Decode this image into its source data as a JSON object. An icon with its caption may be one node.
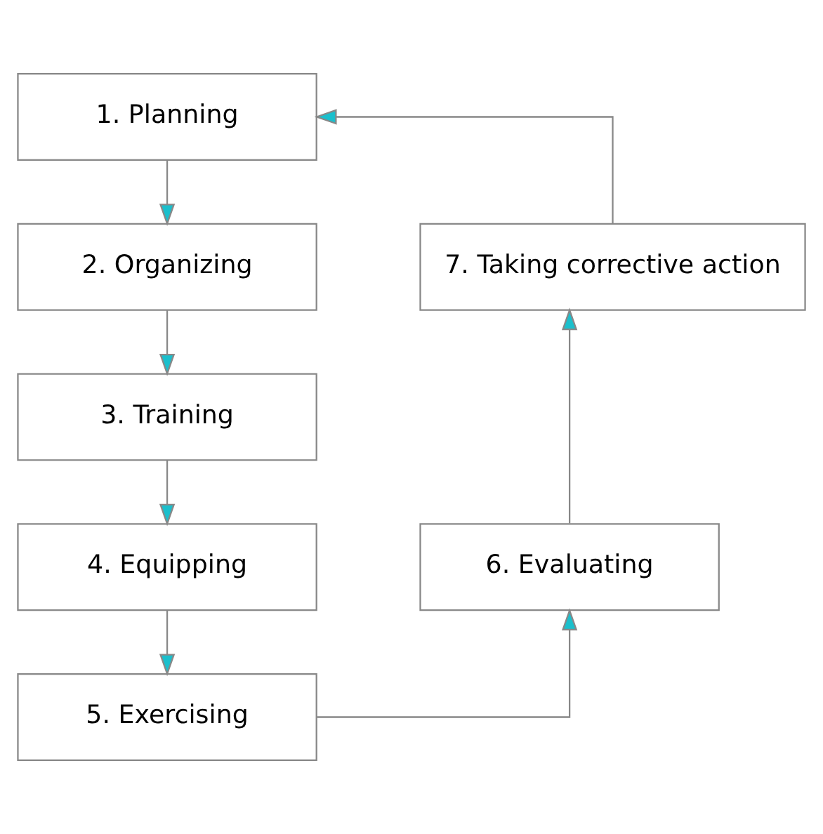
{
  "diagram": {
    "nodes": [
      {
        "text": [
          "1. Planning"
        ]
      },
      {
        "text": [
          "2. Organizing"
        ]
      },
      {
        "text": [
          "3. Training"
        ]
      },
      {
        "text": [
          "4. Equipping"
        ]
      },
      {
        "text": [
          "5. Exercising"
        ]
      },
      {
        "text": [
          "6. Evaluating"
        ]
      },
      {
        "text": [
          "7. Taking corrective action"
        ]
      }
    ],
    "edges": [
      {
        "from": 0,
        "to": 1,
        "arrow": "to"
      },
      {
        "from": 1,
        "to": 2,
        "arrow": "to"
      },
      {
        "from": 2,
        "to": 3,
        "arrow": "to"
      },
      {
        "from": 3,
        "to": 4,
        "arrow": "to"
      },
      {
        "from": 4,
        "to": 5,
        "arrow": "to"
      },
      {
        "from": 5,
        "to": 6,
        "arrow": "to"
      },
      {
        "from": 6,
        "to": 0,
        "arrow": "to"
      }
    ]
  }
}
